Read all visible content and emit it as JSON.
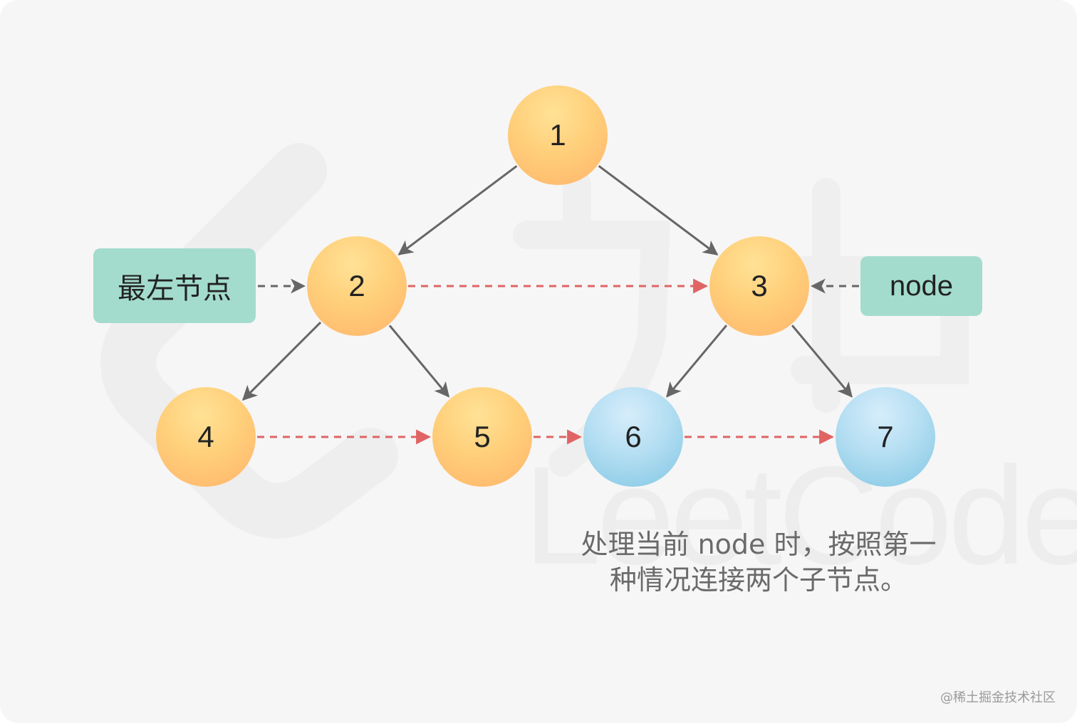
{
  "nodes": [
    {
      "id": "1",
      "label": "1",
      "color": "orange"
    },
    {
      "id": "2",
      "label": "2",
      "color": "orange"
    },
    {
      "id": "3",
      "label": "3",
      "color": "orange"
    },
    {
      "id": "4",
      "label": "4",
      "color": "orange"
    },
    {
      "id": "5",
      "label": "5",
      "color": "orange"
    },
    {
      "id": "6",
      "label": "6",
      "color": "blue"
    },
    {
      "id": "7",
      "label": "7",
      "color": "blue"
    }
  ],
  "tree_edges": [
    [
      "1",
      "2"
    ],
    [
      "1",
      "3"
    ],
    [
      "2",
      "4"
    ],
    [
      "2",
      "5"
    ],
    [
      "3",
      "6"
    ],
    [
      "3",
      "7"
    ]
  ],
  "next_links": [
    [
      "2",
      "3"
    ],
    [
      "4",
      "5"
    ],
    [
      "5",
      "6"
    ],
    [
      "6",
      "7"
    ]
  ],
  "labels": {
    "leftmost": "最左节点",
    "node": "node"
  },
  "caption": {
    "line1": "处理当前 node 时，按照第一",
    "line2": "种情况连接两个子节点。"
  },
  "watermark": {
    "text": "LeetCode"
  },
  "credit": "@稀土掘金技术社区",
  "colors": {
    "background": "#f6f6f6",
    "orange_node": "#ffc873",
    "blue_node": "#a6d8ef",
    "label_box": "#a3dccc",
    "tree_edge": "#666666",
    "next_link": "#e06464"
  }
}
